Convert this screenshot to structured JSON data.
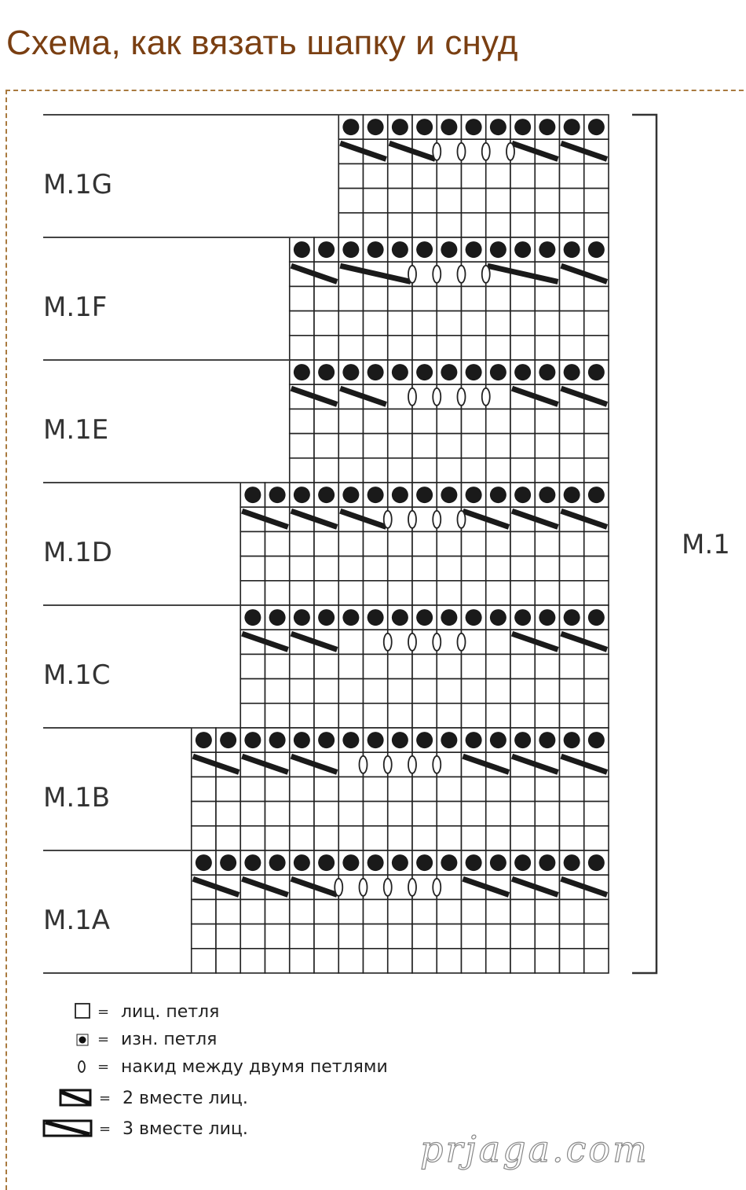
{
  "title": "Схема, как вязать шапку и снуд",
  "chart": {
    "group_label": "M.1",
    "sections": [
      {
        "label": "M.1G",
        "stitches": 11
      },
      {
        "label": "M.1F",
        "stitches": 13
      },
      {
        "label": "M.1E",
        "stitches": 13
      },
      {
        "label": "M.1D",
        "stitches": 15
      },
      {
        "label": "M.1C",
        "stitches": 15
      },
      {
        "label": "M.1B",
        "stitches": 17
      },
      {
        "label": "M.1A",
        "stitches": 17
      }
    ]
  },
  "legend": [
    {
      "symbol": "knit",
      "text": "лиц. петля"
    },
    {
      "symbol": "purl",
      "text": "изн. петля"
    },
    {
      "symbol": "yarnover",
      "text": "накид между двумя петлями"
    },
    {
      "symbol": "k2tog",
      "text": "2 вместе лиц."
    },
    {
      "symbol": "k3tog",
      "text": "3 вместе лиц."
    }
  ],
  "watermark": "prjaga.com",
  "colors": {
    "title": "#7a3f12",
    "frame": "#a97a3f",
    "grid": "#222222",
    "dot": "#1a1a1a"
  }
}
